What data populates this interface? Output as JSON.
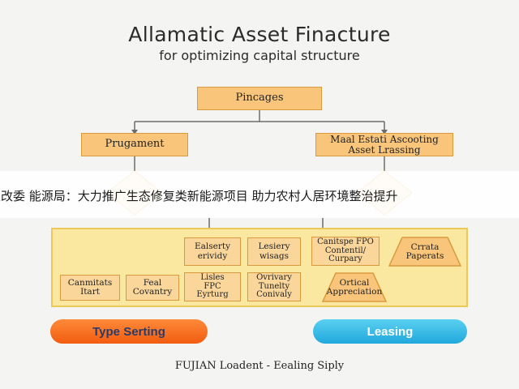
{
  "title": "Allamatic Asset Finacture",
  "subtitle": "for optimizing capital structure",
  "nodes": {
    "root": "Pincages",
    "left": "Prugament",
    "right": "Maal Estati Ascooting\nAsset Lrassing",
    "l1": "Canmitats\nItart",
    "l2": "Feal\nCovantry",
    "m1": "Ealserty\nerividy",
    "m2": "Lisles\nFPC\nEyrturg",
    "m3": "Lesiery\nwisags",
    "m4": "Ovrivary\nTunelty\nConivaly",
    "r1": "Canitspe FPO\nContentil/\nCurpary",
    "r2": "Ortical\nAppreciation",
    "r3": "Crrata\nPaperats"
  },
  "banner": "发改委 能源局：大力推广生态修复类新能源项目 助力农村人居环境整治提升",
  "buttons": {
    "type_setting": "Type Serting",
    "leasing": "Leasing"
  },
  "footer": "FUJIAN Loadent - Eealing Siply",
  "colors": {
    "box_fill": "#f8c57a",
    "box_border": "#d99a3e",
    "panel_fill": "#fbe8a0",
    "orange_button": "#f25c10",
    "blue_button": "#20a8dc"
  }
}
